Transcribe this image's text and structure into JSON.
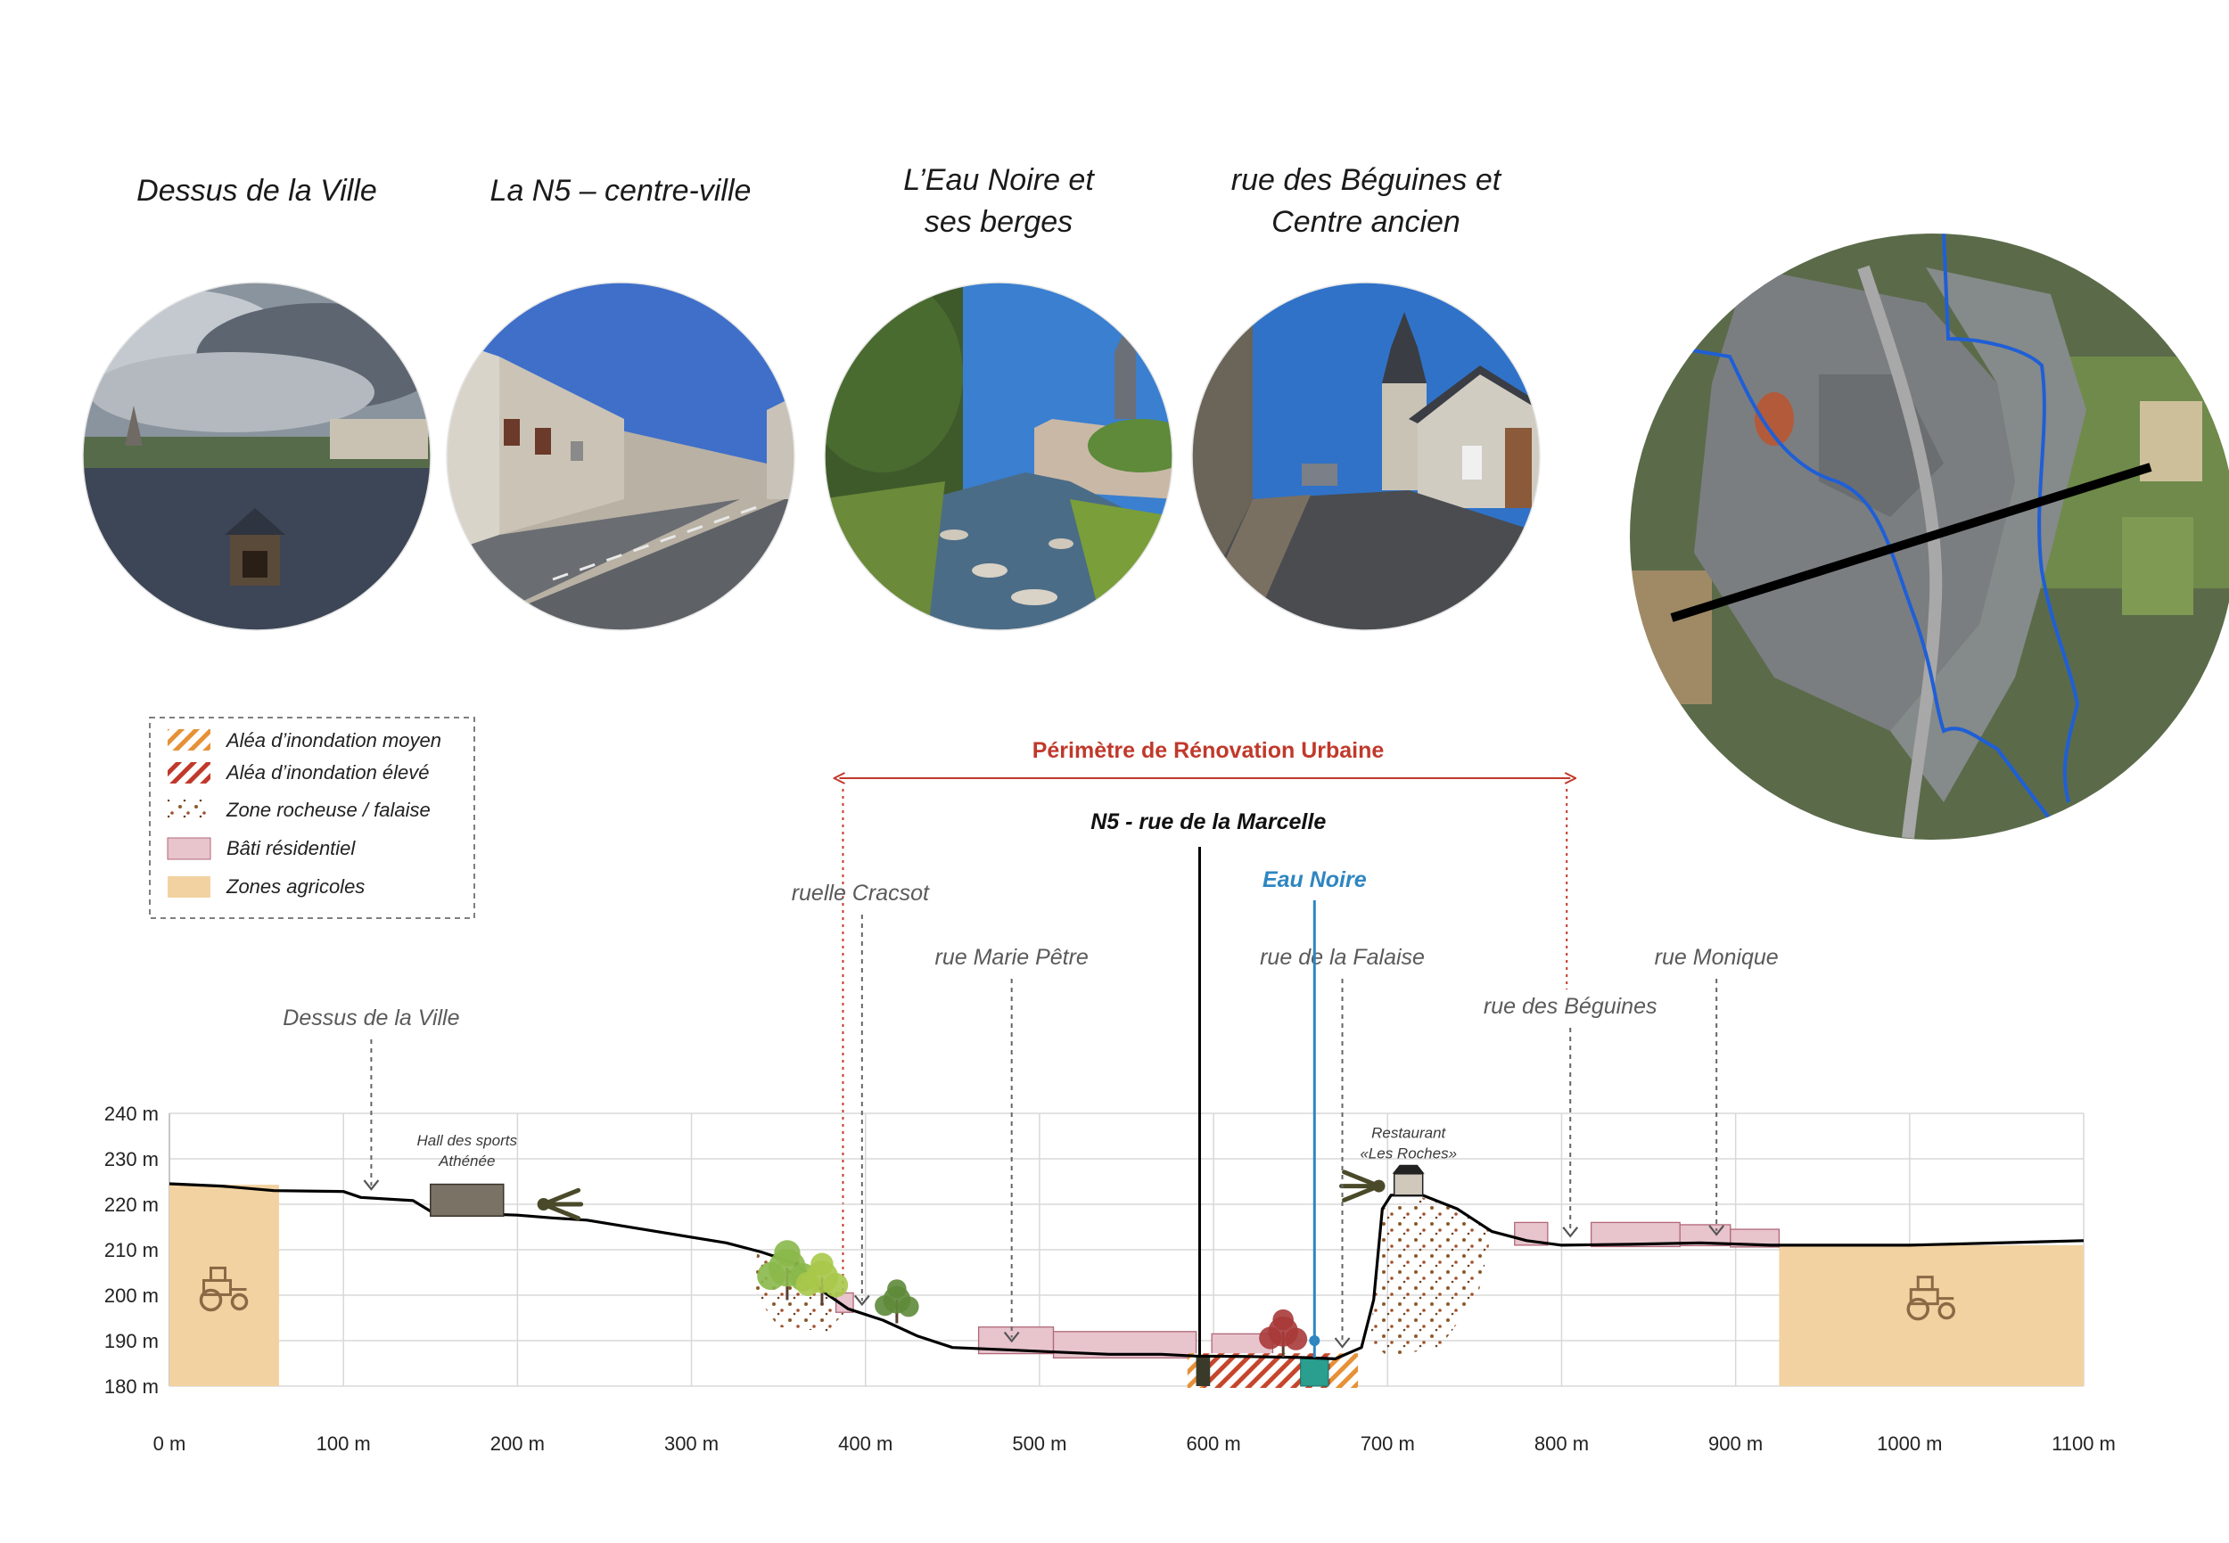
{
  "photos": [
    {
      "lines": [
        "Dessus de la Ville"
      ]
    },
    {
      "lines": [
        "La N5 – centre-ville"
      ]
    },
    {
      "lines": [
        "L’Eau Noire et",
        "ses berges"
      ]
    },
    {
      "lines": [
        "rue des Béguines et",
        "Centre ancien"
      ]
    }
  ],
  "legend": {
    "items": [
      {
        "label": "Aléa d’inondation moyen"
      },
      {
        "label": "Aléa d’inondation élevé"
      },
      {
        "label": "Zone rocheuse / falaise"
      },
      {
        "label": "Bâti résidentiel"
      },
      {
        "label": "Zones agricoles"
      }
    ]
  },
  "perimeter": {
    "label": "Périmètre de Rénovation Urbaine",
    "from_m": 385,
    "to_m": 805
  },
  "streets": [
    {
      "label": "ruelle Cracsot",
      "x_m": 398
    },
    {
      "label": "rue Marie Pêtre",
      "x_m": 484
    },
    {
      "label": "rue de la Falaise",
      "x_m": 674
    },
    {
      "label": "rue Monique",
      "x_m": 889
    },
    {
      "label": "rue des Béguines",
      "x_m": 805
    },
    {
      "label": "Dessus de la Ville",
      "x_m": 116
    }
  ],
  "main_labels": {
    "n5": {
      "label": "N5 - rue de la Marcelle",
      "x_m": 592
    },
    "river": {
      "label": "Eau Noire",
      "x_m": 658
    }
  },
  "buildings": {
    "hall": {
      "lines": [
        "Hall des sports",
        "Athénée"
      ]
    },
    "restaurant": {
      "lines": [
        "Restaurant",
        "«Les Roches»"
      ]
    }
  },
  "colors": {
    "perimeter": "#c0392b",
    "river": "#2e86c1",
    "residential": "#e8c4cd",
    "agricultural": "#f3d2a1",
    "flood_medium": "#e69138",
    "flood_high": "#c0392b",
    "rock": "#8b5a2b"
  },
  "chart_data": {
    "type": "area",
    "xlabel": "",
    "ylabel": "",
    "xlim": [
      0,
      1100
    ],
    "ylim": [
      180,
      240
    ],
    "x_ticks": [
      "0 m",
      "100 m",
      "200 m",
      "300 m",
      "400 m",
      "500 m",
      "600 m",
      "700 m",
      "800 m",
      "900 m",
      "1000 m",
      "1100 m"
    ],
    "y_ticks": [
      "240 m",
      "230 m",
      "220 m",
      "210 m",
      "200 m",
      "190 m",
      "180 m"
    ],
    "grid": true,
    "profile": [
      [
        0,
        224.5
      ],
      [
        30,
        224
      ],
      [
        60,
        223
      ],
      [
        100,
        222.8
      ],
      [
        110,
        221.5
      ],
      [
        140,
        220.8
      ],
      [
        150,
        218.5
      ],
      [
        170,
        218
      ],
      [
        200,
        217.6
      ],
      [
        220,
        217
      ],
      [
        240,
        216.5
      ],
      [
        280,
        214
      ],
      [
        320,
        211.5
      ],
      [
        340,
        209.5
      ],
      [
        360,
        207
      ],
      [
        375,
        201
      ],
      [
        390,
        197
      ],
      [
        410,
        194.5
      ],
      [
        430,
        191
      ],
      [
        450,
        188.5
      ],
      [
        480,
        188
      ],
      [
        510,
        187.5
      ],
      [
        540,
        187
      ],
      [
        570,
        187
      ],
      [
        590,
        186.6
      ],
      [
        620,
        186.5
      ],
      [
        650,
        186.3
      ],
      [
        670,
        186
      ],
      [
        685,
        188.5
      ],
      [
        692,
        199
      ],
      [
        697,
        219
      ],
      [
        702,
        222
      ],
      [
        720,
        222
      ],
      [
        740,
        219
      ],
      [
        760,
        214
      ],
      [
        780,
        212
      ],
      [
        800,
        211
      ],
      [
        840,
        211.2
      ],
      [
        880,
        211.5
      ],
      [
        920,
        211
      ],
      [
        1000,
        211
      ],
      [
        1100,
        212
      ]
    ]
  }
}
